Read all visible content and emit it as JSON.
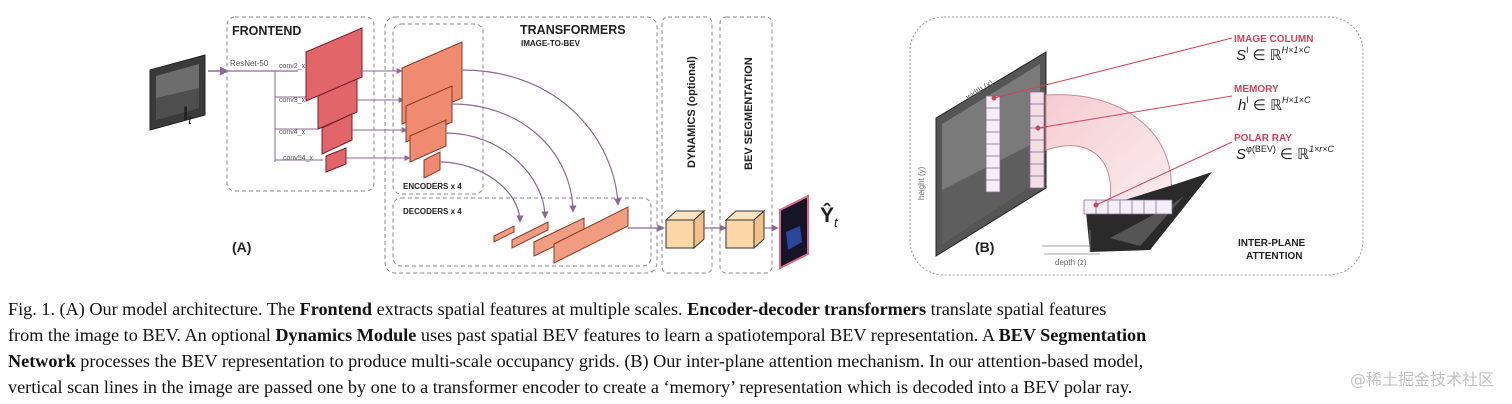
{
  "panel_a": {
    "frontend_title": "FRONTEND",
    "backbone": "ResNet-50",
    "convs": [
      "conv2_x",
      "conv3_x",
      "conv4_x",
      "conv54_x"
    ],
    "input_main": "I",
    "input_sub": "t",
    "transformers_title": "TRANSFORMERS",
    "transformers_sub": "IMAGE-TO-BEV",
    "encoders": "ENCODERS x 4",
    "decoders": "DECODERS x 4",
    "dynamics": "DYNAMICS (optional)",
    "bev": "BEV SEGMENTATION",
    "output_main": "Ŷ",
    "output_sub": "t",
    "label": "(A)"
  },
  "panel_b": {
    "width": "width (x)",
    "height": "height (y)",
    "depth": "depth (z)",
    "image_column_title": "IMAGE COLUMN",
    "image_column_eq_base": "S",
    "image_column_eq_sup": "I",
    "image_column_eq_rest": "∈ ℝ",
    "image_column_eq_dim": "H×1×C",
    "memory_title": "MEMORY",
    "memory_eq_base": "h",
    "memory_eq_sup": "I",
    "memory_eq_rest": "∈ ℝ",
    "memory_eq_dim": "H×1×C",
    "polar_title": "POLAR RAY",
    "polar_eq_base": "S",
    "polar_eq_sup": "φ(BEV)",
    "polar_eq_rest": "∈ ℝ",
    "polar_eq_dim": "1×r×C",
    "attention_1": "INTER-PLANE",
    "attention_2": "ATTENTION",
    "label": "(B)"
  },
  "caption": {
    "l1a": "Fig. 1.   (A) Our model architecture. The ",
    "l1b": "Frontend",
    "l1c": " extracts spatial features at multiple scales. ",
    "l1d": "Encoder-decoder transformers",
    "l1e": " translate spatial features",
    "l2a": "from the image to BEV. An optional ",
    "l2b": "Dynamics Module",
    "l2c": " uses past spatial BEV features to learn a spatiotemporal BEV representation. A ",
    "l2d": "BEV Segmentation",
    "l3a": "Network",
    "l3b": " processes the BEV representation to produce multi-scale occupancy grids. (B) Our inter-plane attention mechanism. In our attention-based model,",
    "l4": "vertical scan lines in the image are passed one by one to a transformer encoder to create a ‘memory’ representation which is decoded into a BEV polar ray."
  },
  "watermark": "@稀土掘金技术社区",
  "colors": {
    "accent_red": "#d0455a",
    "arrow_purple": "#8a6a95",
    "block_red": "#e2656a",
    "block_orange": "#f19d84",
    "cube": "#fbd6a6"
  }
}
